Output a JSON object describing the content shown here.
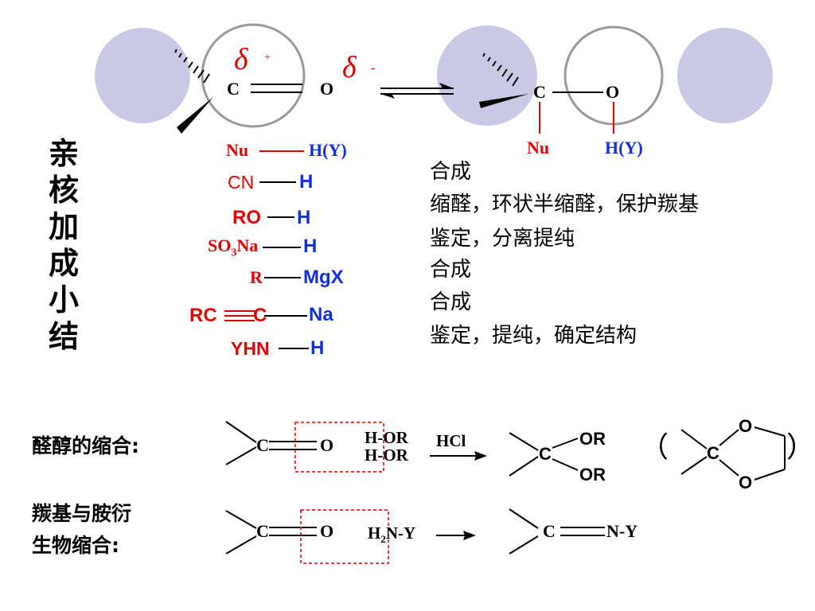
{
  "side_title": "亲核加成小结",
  "top_left": {
    "delta_plus_symbol": "δ",
    "delta_plus_sign": "+",
    "delta_minus_symbol": "δ",
    "delta_minus_sign": "-",
    "carbon": "C",
    "oxygen": "O"
  },
  "top_right": {
    "carbon": "C",
    "oxygen": "O",
    "nu": "Nu",
    "hy": "H(Y)"
  },
  "reagents": [
    {
      "left": "Nu",
      "right": "H(Y)"
    },
    {
      "left": "CN",
      "right": "H"
    },
    {
      "left": "RO",
      "right": "H"
    },
    {
      "left_main": "SO",
      "left_sub": "3",
      "left_tail": "Na",
      "right": "H"
    },
    {
      "left": "R",
      "right": "MgX"
    },
    {
      "left_a": "RC",
      "left_b": "C",
      "right": "Na"
    },
    {
      "left": "YHN",
      "right": "H"
    }
  ],
  "uses": [
    "合成",
    "缩醛，环状半缩醛，保护羰基",
    "鉴定，分离提纯",
    "合成",
    "合成",
    "鉴定，提纯，确定结构"
  ],
  "acetal": {
    "label": "醛醇的缩合:",
    "carbon": "C",
    "oxygen": "O",
    "hor1": "H-OR",
    "hor2": "H-OR",
    "catalyst": "HCl",
    "prod_c": "C",
    "prod_or1": "OR",
    "prod_or2": "OR",
    "paren_open": "（",
    "paren_close": "）",
    "cyc_c": "C",
    "cyc_o1": "O",
    "cyc_o2": "O"
  },
  "amine": {
    "label_line1": "羰基与胺衍",
    "label_line2": "生物缩合:",
    "carbon": "C",
    "oxygen": "O",
    "reagent_h": "H",
    "reagent_sub": "2",
    "reagent_tail": "N-Y",
    "prod_c": "C",
    "prod_ny": "N-Y"
  },
  "colors": {
    "circle_fill": "#c9c9e6",
    "circle_stroke": "#9a9a9a",
    "red": "#e00000",
    "blue": "#1030e0",
    "box": "#e00000"
  }
}
